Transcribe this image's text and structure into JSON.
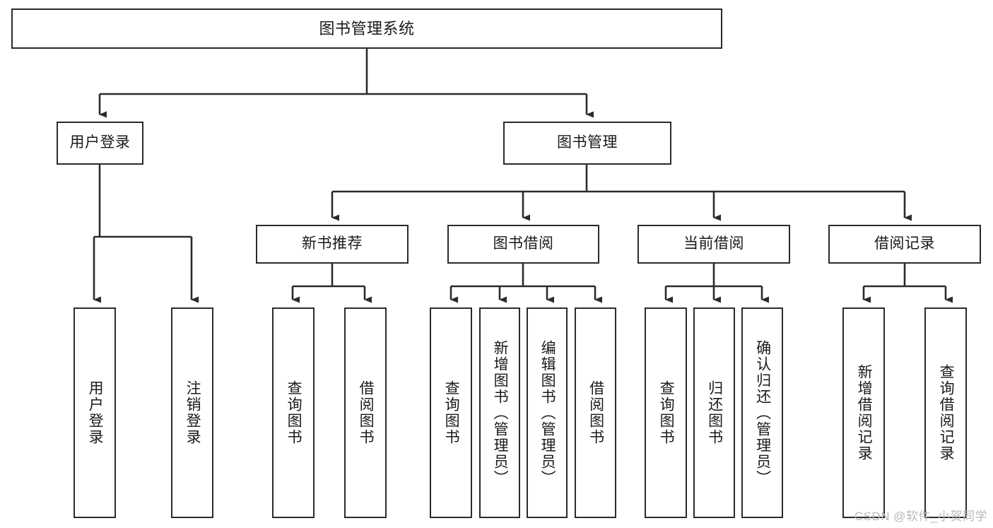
{
  "diagram": {
    "title": "图书管理系统",
    "type": "hierarchy-tree",
    "watermark": "CSDN @软件_小贺同学",
    "colors": {
      "box_border": "#2b2b2b",
      "box_fill": "#ffffff",
      "connector": "#2b2b2b",
      "text": "#1a1a1a",
      "watermark": "#b9b9b9"
    },
    "nodes": {
      "root": {
        "label": "图书管理系统"
      },
      "tier1": [
        {
          "label": "用户登录"
        },
        {
          "label": "图书管理"
        }
      ],
      "tier2": [
        {
          "label": "新书推荐"
        },
        {
          "label": "图书借阅"
        },
        {
          "label": "当前借阅"
        },
        {
          "label": "借阅记录"
        }
      ],
      "leaves": {
        "user_login": [
          {
            "label": "用户登录"
          },
          {
            "label": "注销登录"
          }
        ],
        "new_book_recommend": [
          {
            "label": "查询图书"
          },
          {
            "label": "借阅图书"
          }
        ],
        "book_borrow": [
          {
            "label": "查询图书"
          },
          {
            "label": "新增图书（管理员）"
          },
          {
            "label": "编辑图书（管理员）"
          },
          {
            "label": "借阅图书"
          }
        ],
        "current_borrow": [
          {
            "label": "查询图书"
          },
          {
            "label": "归还图书"
          },
          {
            "label": "确认归还（管理员）"
          }
        ],
        "borrow_record": [
          {
            "label": "新增借阅记录"
          },
          {
            "label": "查询借阅记录"
          }
        ]
      }
    }
  }
}
